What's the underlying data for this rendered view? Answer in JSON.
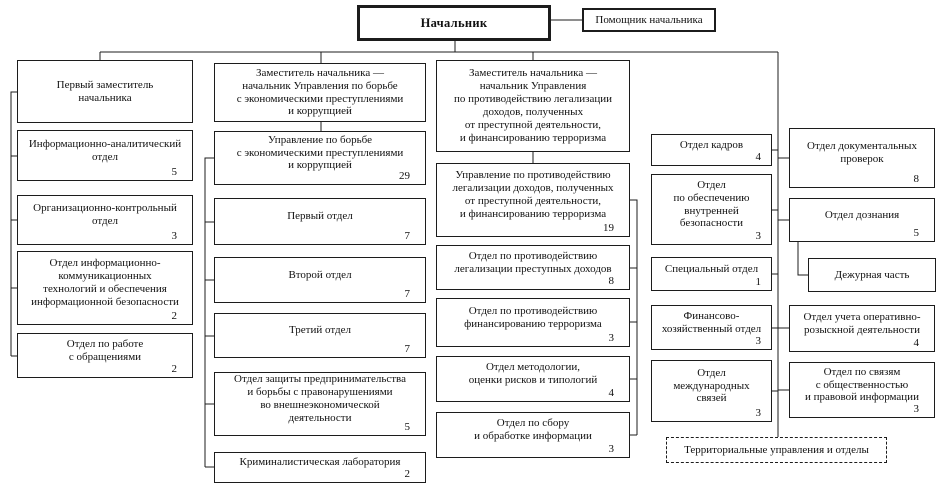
{
  "colors": {
    "line": "#1c1c1c",
    "background": "#ffffff"
  },
  "boxes": {
    "chief": {
      "label": "Начальник"
    },
    "chief_assistant": {
      "label": "Помощник начальника"
    },
    "first_deputy": {
      "label": "Первый заместитель\nначальника"
    },
    "info_analytical": {
      "label": "Информационно-аналитический\nотдел",
      "count": "5"
    },
    "org_control": {
      "label": "Организационно-контрольный\nотдел",
      "count": "3"
    },
    "ict_security": {
      "label": "Отдел информационно-\nкоммуникационных\nтехнологий и обеспечения\nинформационной безопасности",
      "count": "2"
    },
    "citizen_appeals": {
      "label": "Отдел по работе\nс обращениями",
      "count": "2"
    },
    "deputy_economic": {
      "label": "Заместитель начальника —\nначальник Управления по борьбе\nс экономическими преступлениями\nи коррупцией"
    },
    "economic_directorate": {
      "label": "Управление по борьбе\nс экономическими преступлениями\nи коррупцией",
      "count": "29"
    },
    "first_dept": {
      "label": "Первый отдел",
      "count": "7"
    },
    "second_dept": {
      "label": "Второй отдел",
      "count": "7"
    },
    "third_dept": {
      "label": "Третий отдел",
      "count": "7"
    },
    "business_protection": {
      "label": "Отдел защиты предпринимательства\nи борьбы с правонарушениями\nво внешнеэкономической\nдеятельности",
      "count": "5"
    },
    "forensic_lab": {
      "label": "Криминалистическая лаборатория",
      "count": "2"
    },
    "deputy_aml": {
      "label": "Заместитель начальника —\nначальник Управления\nпо противодействию легализации\nдоходов, полученных\nот преступной деятельности,\nи финансированию терроризма"
    },
    "aml_directorate": {
      "label": "Управление по противодействию\nлегализации доходов, полученных\nот преступной деятельности,\nи финансированию терроризма",
      "count": "19"
    },
    "aml_dept": {
      "label": "Отдел по противодействию\nлегализации преступных доходов",
      "count": "8"
    },
    "ctf_dept": {
      "label": "Отдел по противодействию\nфинансированию терроризма",
      "count": "3"
    },
    "methodology_dept": {
      "label": "Отдел методологии,\nоценки рисков и типологий",
      "count": "4"
    },
    "info_collection_dept": {
      "label": "Отдел по сбору\nи обработке информации",
      "count": "3"
    },
    "hr_dept": {
      "label": "Отдел кадров",
      "count": "4"
    },
    "internal_security_dept": {
      "label": "Отдел\nпо обеспечению\nвнутренней\nбезопасности",
      "count": "3"
    },
    "special_dept": {
      "label": "Специальный отдел",
      "count": "1"
    },
    "finance_dept": {
      "label": "Финансово-\nхозяйственный отдел",
      "count": "3"
    },
    "intl_relations_dept": {
      "label": "Отдел\nмеждународных\nсвязей",
      "count": "3"
    },
    "document_audit_dept": {
      "label": "Отдел документальных\nпроверок",
      "count": "8"
    },
    "inquiry_dept": {
      "label": "Отдел дознания",
      "count": "5"
    },
    "duty_unit": {
      "label": "Дежурная часть"
    },
    "operational_records_dept": {
      "label": "Отдел учета оперативно-\nрозыскной деятельности",
      "count": "4"
    },
    "public_relations_dept": {
      "label": "Отдел по связям\nс общественностью\nи правовой информации",
      "count": "3"
    },
    "territorial_units": {
      "label": "Территориальные управления и отделы"
    }
  }
}
